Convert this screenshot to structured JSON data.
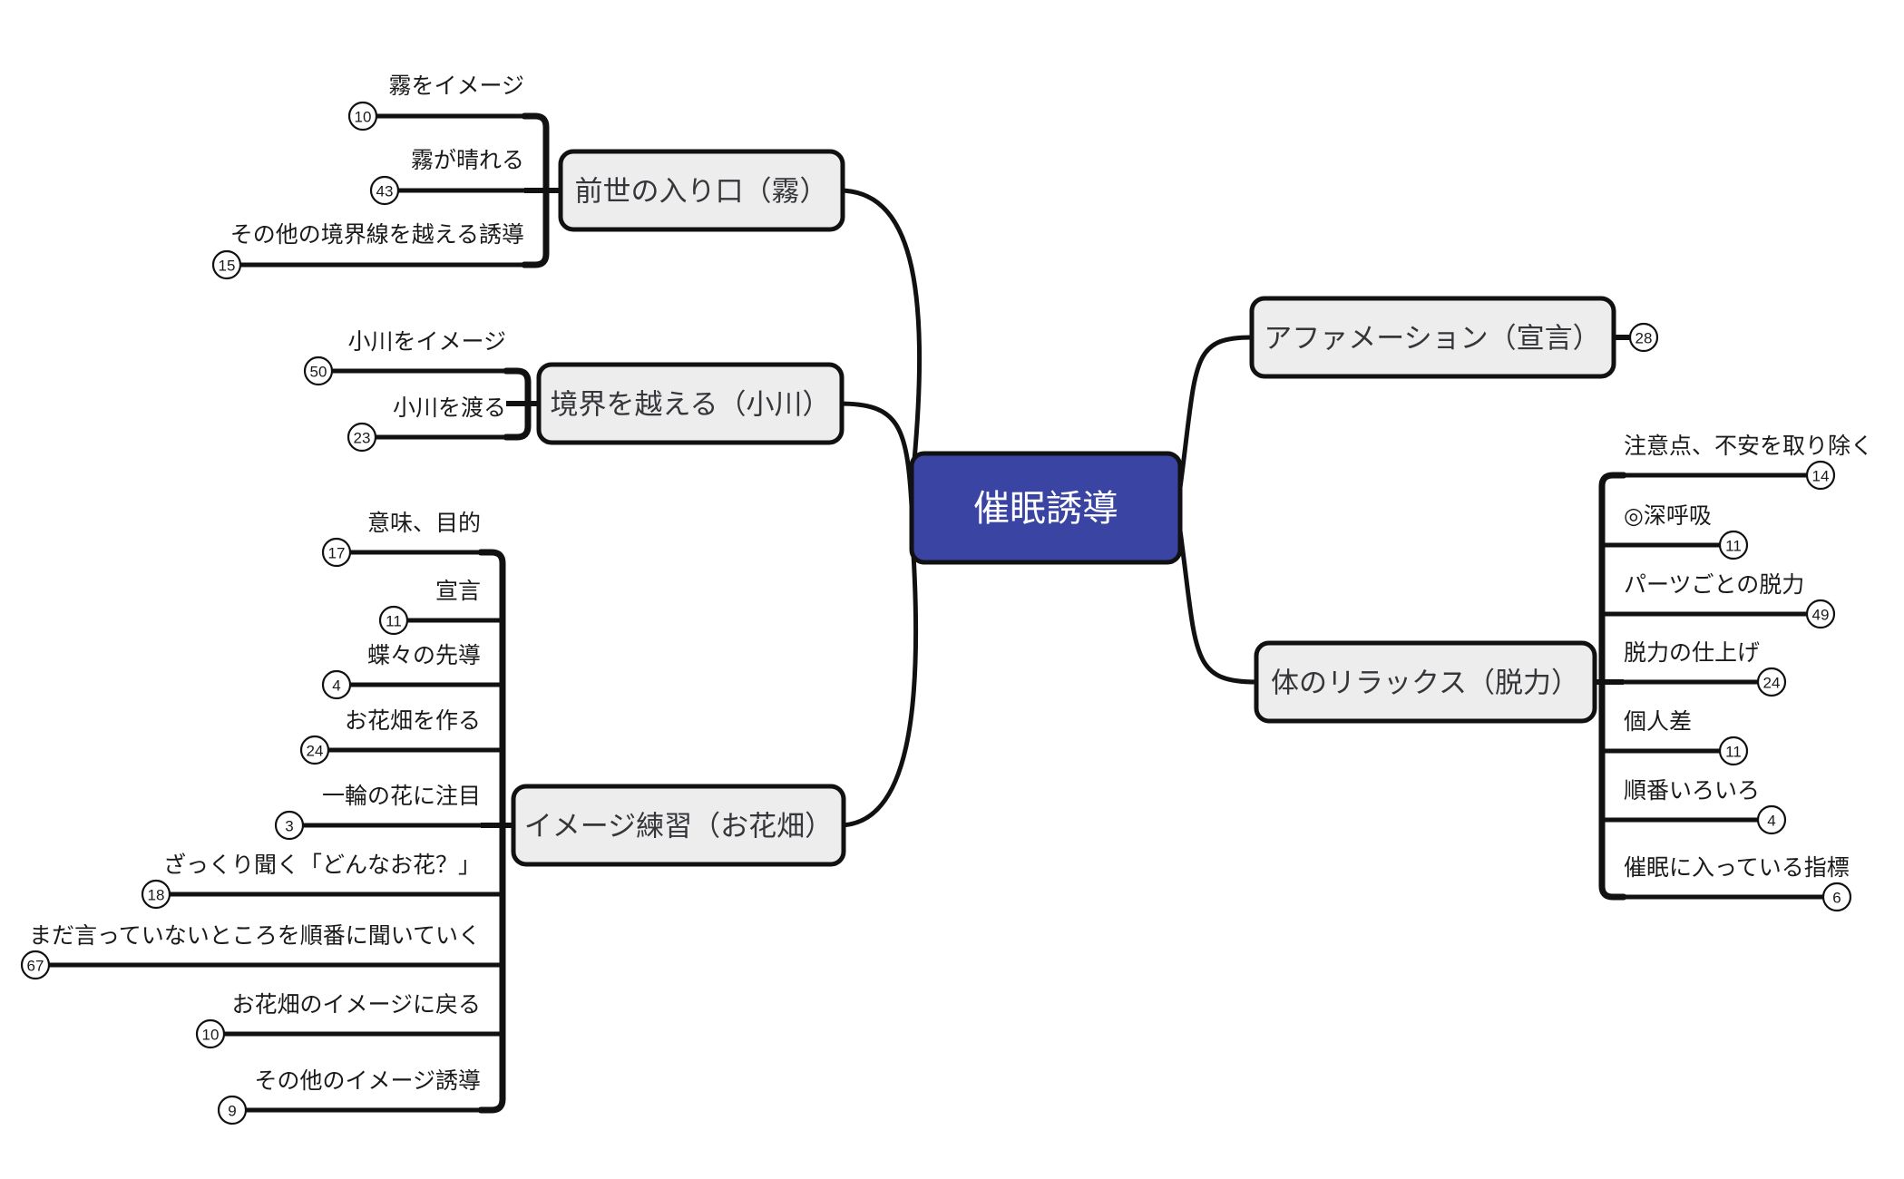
{
  "diagram": {
    "type": "mindmap",
    "background_color": "#ffffff",
    "root": {
      "label": "催眠誘導",
      "fill_color": "#3944a3",
      "text_color": "#ffffff"
    },
    "branch_style": {
      "fill_color": "#ededed",
      "text_color": "#35363a",
      "stroke_color": "#111111"
    },
    "badge_style": {
      "fill_color": "#ffffff",
      "stroke_color": "#111111",
      "text_color": "#1a1a1a"
    },
    "branches": [
      {
        "id": "branch-zense",
        "label": "前世の入り口（霧）",
        "side": "left",
        "badge": null,
        "children": [
          {
            "label": "霧をイメージ",
            "badge": "10"
          },
          {
            "label": "霧が晴れる",
            "badge": "43"
          },
          {
            "label": "その他の境界線を越える誘導",
            "badge": "15"
          }
        ]
      },
      {
        "id": "branch-kyoukai",
        "label": "境界を越える（小川）",
        "side": "left",
        "badge": null,
        "children": [
          {
            "label": "小川をイメージ",
            "badge": "50"
          },
          {
            "label": "小川を渡る",
            "badge": "23"
          }
        ]
      },
      {
        "id": "branch-image",
        "label": "イメージ練習（お花畑）",
        "side": "left",
        "badge": null,
        "children": [
          {
            "label": "意味、目的",
            "badge": "17"
          },
          {
            "label": "宣言",
            "badge": "11"
          },
          {
            "label": "蝶々の先導",
            "badge": "4"
          },
          {
            "label": "お花畑を作る",
            "badge": "24"
          },
          {
            "label": "一輪の花に注目",
            "badge": "3"
          },
          {
            "label": "ざっくり聞く「どんなお花？」",
            "badge": "18"
          },
          {
            "label": "まだ言っていないところを順番に聞いていく",
            "badge": "67"
          },
          {
            "label": "お花畑のイメージに戻る",
            "badge": "10"
          },
          {
            "label": "その他のイメージ誘導",
            "badge": "9"
          }
        ]
      },
      {
        "id": "branch-affirmation",
        "label": "アファメーション（宣言）",
        "side": "right",
        "badge": "28",
        "children": []
      },
      {
        "id": "branch-relax",
        "label": "体のリラックス（脱力）",
        "side": "right",
        "badge": null,
        "children": [
          {
            "label": "注意点、不安を取り除く",
            "badge": "14"
          },
          {
            "label": "◎深呼吸",
            "badge": "11"
          },
          {
            "label": "パーツごとの脱力",
            "badge": "49"
          },
          {
            "label": "脱力の仕上げ",
            "badge": "24"
          },
          {
            "label": "個人差",
            "badge": "11"
          },
          {
            "label": "順番いろいろ",
            "badge": "4"
          },
          {
            "label": "催眠に入っている指標",
            "badge": "6"
          }
        ]
      }
    ]
  }
}
